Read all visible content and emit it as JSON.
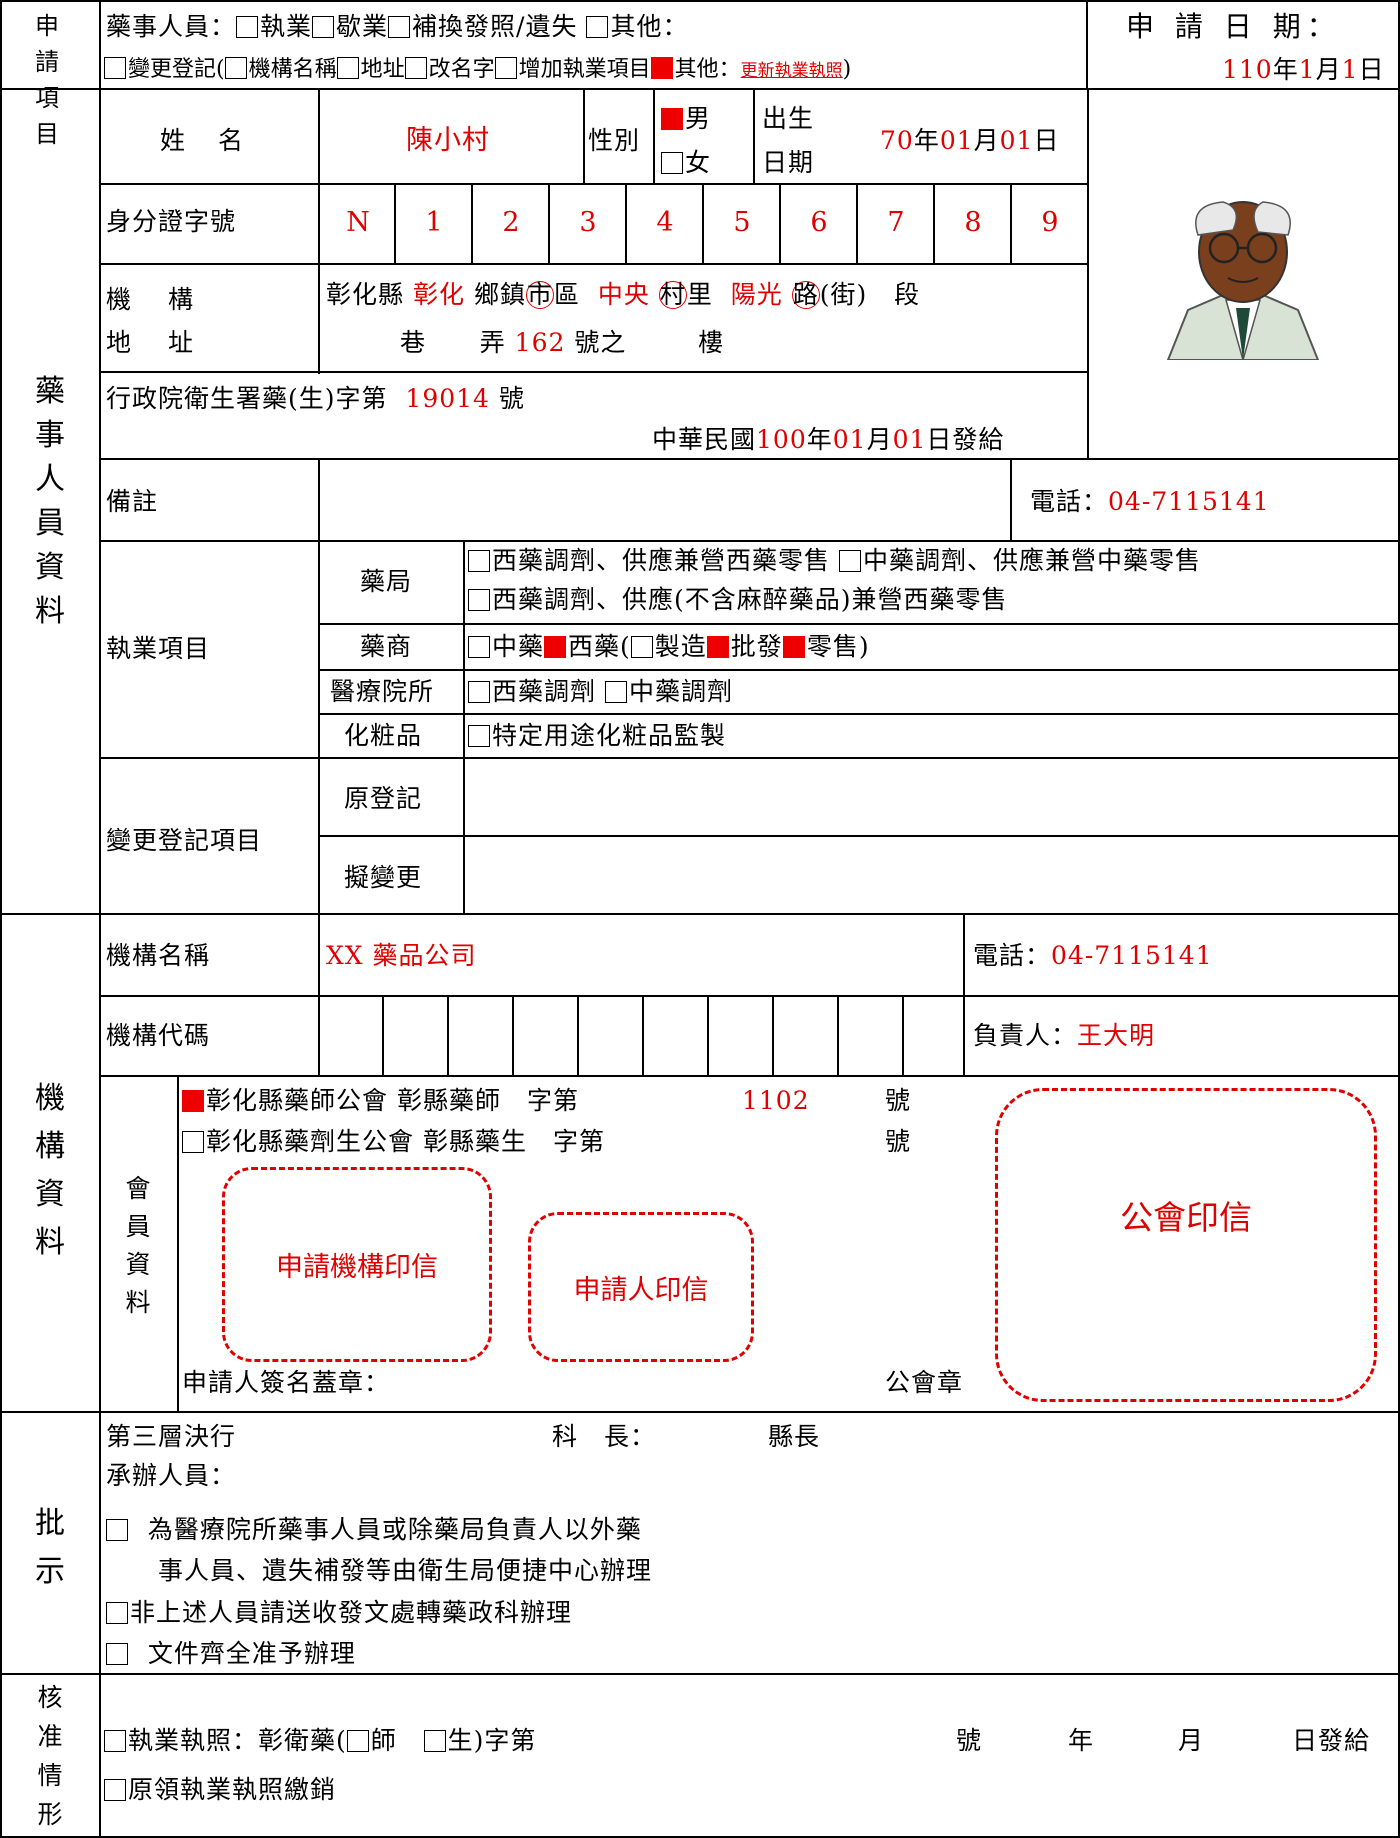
{
  "apply": {
    "side_label": "申請項目",
    "person_prefix": "藥事人員：",
    "opt_practice": "執業",
    "opt_suspend": "歇業",
    "opt_reissue": "補換發照/遺失",
    "opt_other": "其他：",
    "change_prefix": "變更登記(",
    "opt_org_name": "機構名稱",
    "opt_address": "地址",
    "opt_rename": "改名字",
    "opt_add_item": "增加執業項目",
    "opt_change_other": "其他：",
    "change_other_value": "更新執業執照",
    "change_suffix": ")",
    "date_label": "申 請 日 期：",
    "date_y": "110",
    "date_y_u": "年",
    "date_m": "1",
    "date_m_u": "月",
    "date_d": "1",
    "date_d_u": "日"
  },
  "person": {
    "side_label": "藥事人員資料",
    "name_label": "姓　名",
    "name_value": "陳小村",
    "gender_label": "性別",
    "male": "男",
    "female": "女",
    "birth_label_1": "出生",
    "birth_label_2": "日期",
    "birth_y": "70",
    "birth_y_u": "年",
    "birth_m": "01",
    "birth_m_u": "月",
    "birth_d": "01",
    "birth_d_u": "日",
    "id_label": "身分證字號",
    "id_digits": [
      "N",
      "1",
      "2",
      "3",
      "4",
      "5",
      "6",
      "7",
      "8",
      "9"
    ],
    "addr_label_1": "機　構",
    "addr_label_2": "地　址",
    "addr_county": "彰化縣",
    "addr_town": "彰化",
    "addr_town_u": "鄉鎮",
    "addr_city": "市",
    "addr_district": "區",
    "addr_village_name": "中央",
    "addr_village": "村",
    "addr_li": "里",
    "addr_road_name": "陽光",
    "addr_road": "路",
    "addr_street": "(街)",
    "addr_section": "段",
    "addr_lane": "巷",
    "addr_alley": "弄",
    "addr_no": "162",
    "addr_no_u": "號之",
    "addr_floor": "樓",
    "license_prefix": "行政院衛生署藥(生)字第",
    "license_no": "19014",
    "license_suffix": "號",
    "issue_prefix": "中華民國",
    "issue_y": "100",
    "issue_y_u": "年",
    "issue_m": "01",
    "issue_m_u": "月",
    "issue_d": "01",
    "issue_d_u": "日發給",
    "remark_label": "備註",
    "phone_label": "電話：",
    "phone_value": "04-7115141",
    "practice_label": "執業項目",
    "pharmacy_label": "藥局",
    "pharmacy_opt1": "西藥調劑、供應兼營西藥零售",
    "pharmacy_opt2": "中藥調劑、供應兼營中藥零售",
    "pharmacy_opt3": "西藥調劑、供應(不含麻醉藥品)兼營西藥零售",
    "dealer_label": "藥商",
    "dealer_chinese": "中藥",
    "dealer_western": "西藥(",
    "dealer_manufacture": "製造",
    "dealer_wholesale": "批發",
    "dealer_retail": "零售)",
    "clinic_label": "醫療院所",
    "clinic_western": "西藥調劑",
    "clinic_chinese": "中藥調劑",
    "cosmetic_label": "化粧品",
    "cosmetic_opt": "特定用途化粧品監製",
    "change_label": "變更登記項目",
    "orig_label": "原登記",
    "new_label": "擬變更"
  },
  "org": {
    "side_label": "機構資料",
    "name_label": "機構名稱",
    "name_value": "XX 藥品公司",
    "phone_label": "電話：",
    "phone_value": "04-7115141",
    "code_label": "機構代碼",
    "owner_label": "負責人：",
    "owner_value": "王大明",
    "member_label": "會員資料",
    "assoc1": "彰化縣藥師公會 彰縣藥師　字第",
    "assoc1_no": "1102",
    "assoc1_suffix": "號",
    "assoc2": "彰化縣藥劑生公會 彰縣藥生　字第",
    "assoc2_suffix": "號",
    "stamp_org": "申請機構印信",
    "stamp_applicant": "申請人印信",
    "stamp_union": "公會印信",
    "sign_label": "申請人簽名蓋章：",
    "union_seal_label": "公會章"
  },
  "approval": {
    "side_label": "批示",
    "level": "第三層決行",
    "chief": "科　長：",
    "magistrate": "縣長",
    "handler": "承辦人員：",
    "opt1_line1": "為醫療院所藥事人員或除藥局負責人以外藥",
    "opt1_line2": "事人員、遺失補發等由衛生局便捷中心辦理",
    "opt2": "非上述人員請送收發文處轉藥政科辦理",
    "opt3": "文件齊全准予辦理"
  },
  "verify": {
    "side_label": "核准情形",
    "license_prefix": "執業執照：彰衛藥(",
    "pharmacist": "師",
    "assistant": "生",
    "license_mid": ")字第",
    "no_u": "號",
    "y_u": "年",
    "m_u": "月",
    "d_u": "日發給",
    "revoke": "原領執業執照繳銷"
  },
  "icons": {
    "portrait": "pharmacist-portrait-icon"
  },
  "colors": {
    "fill": "#ee0000",
    "text": "#e00000"
  }
}
